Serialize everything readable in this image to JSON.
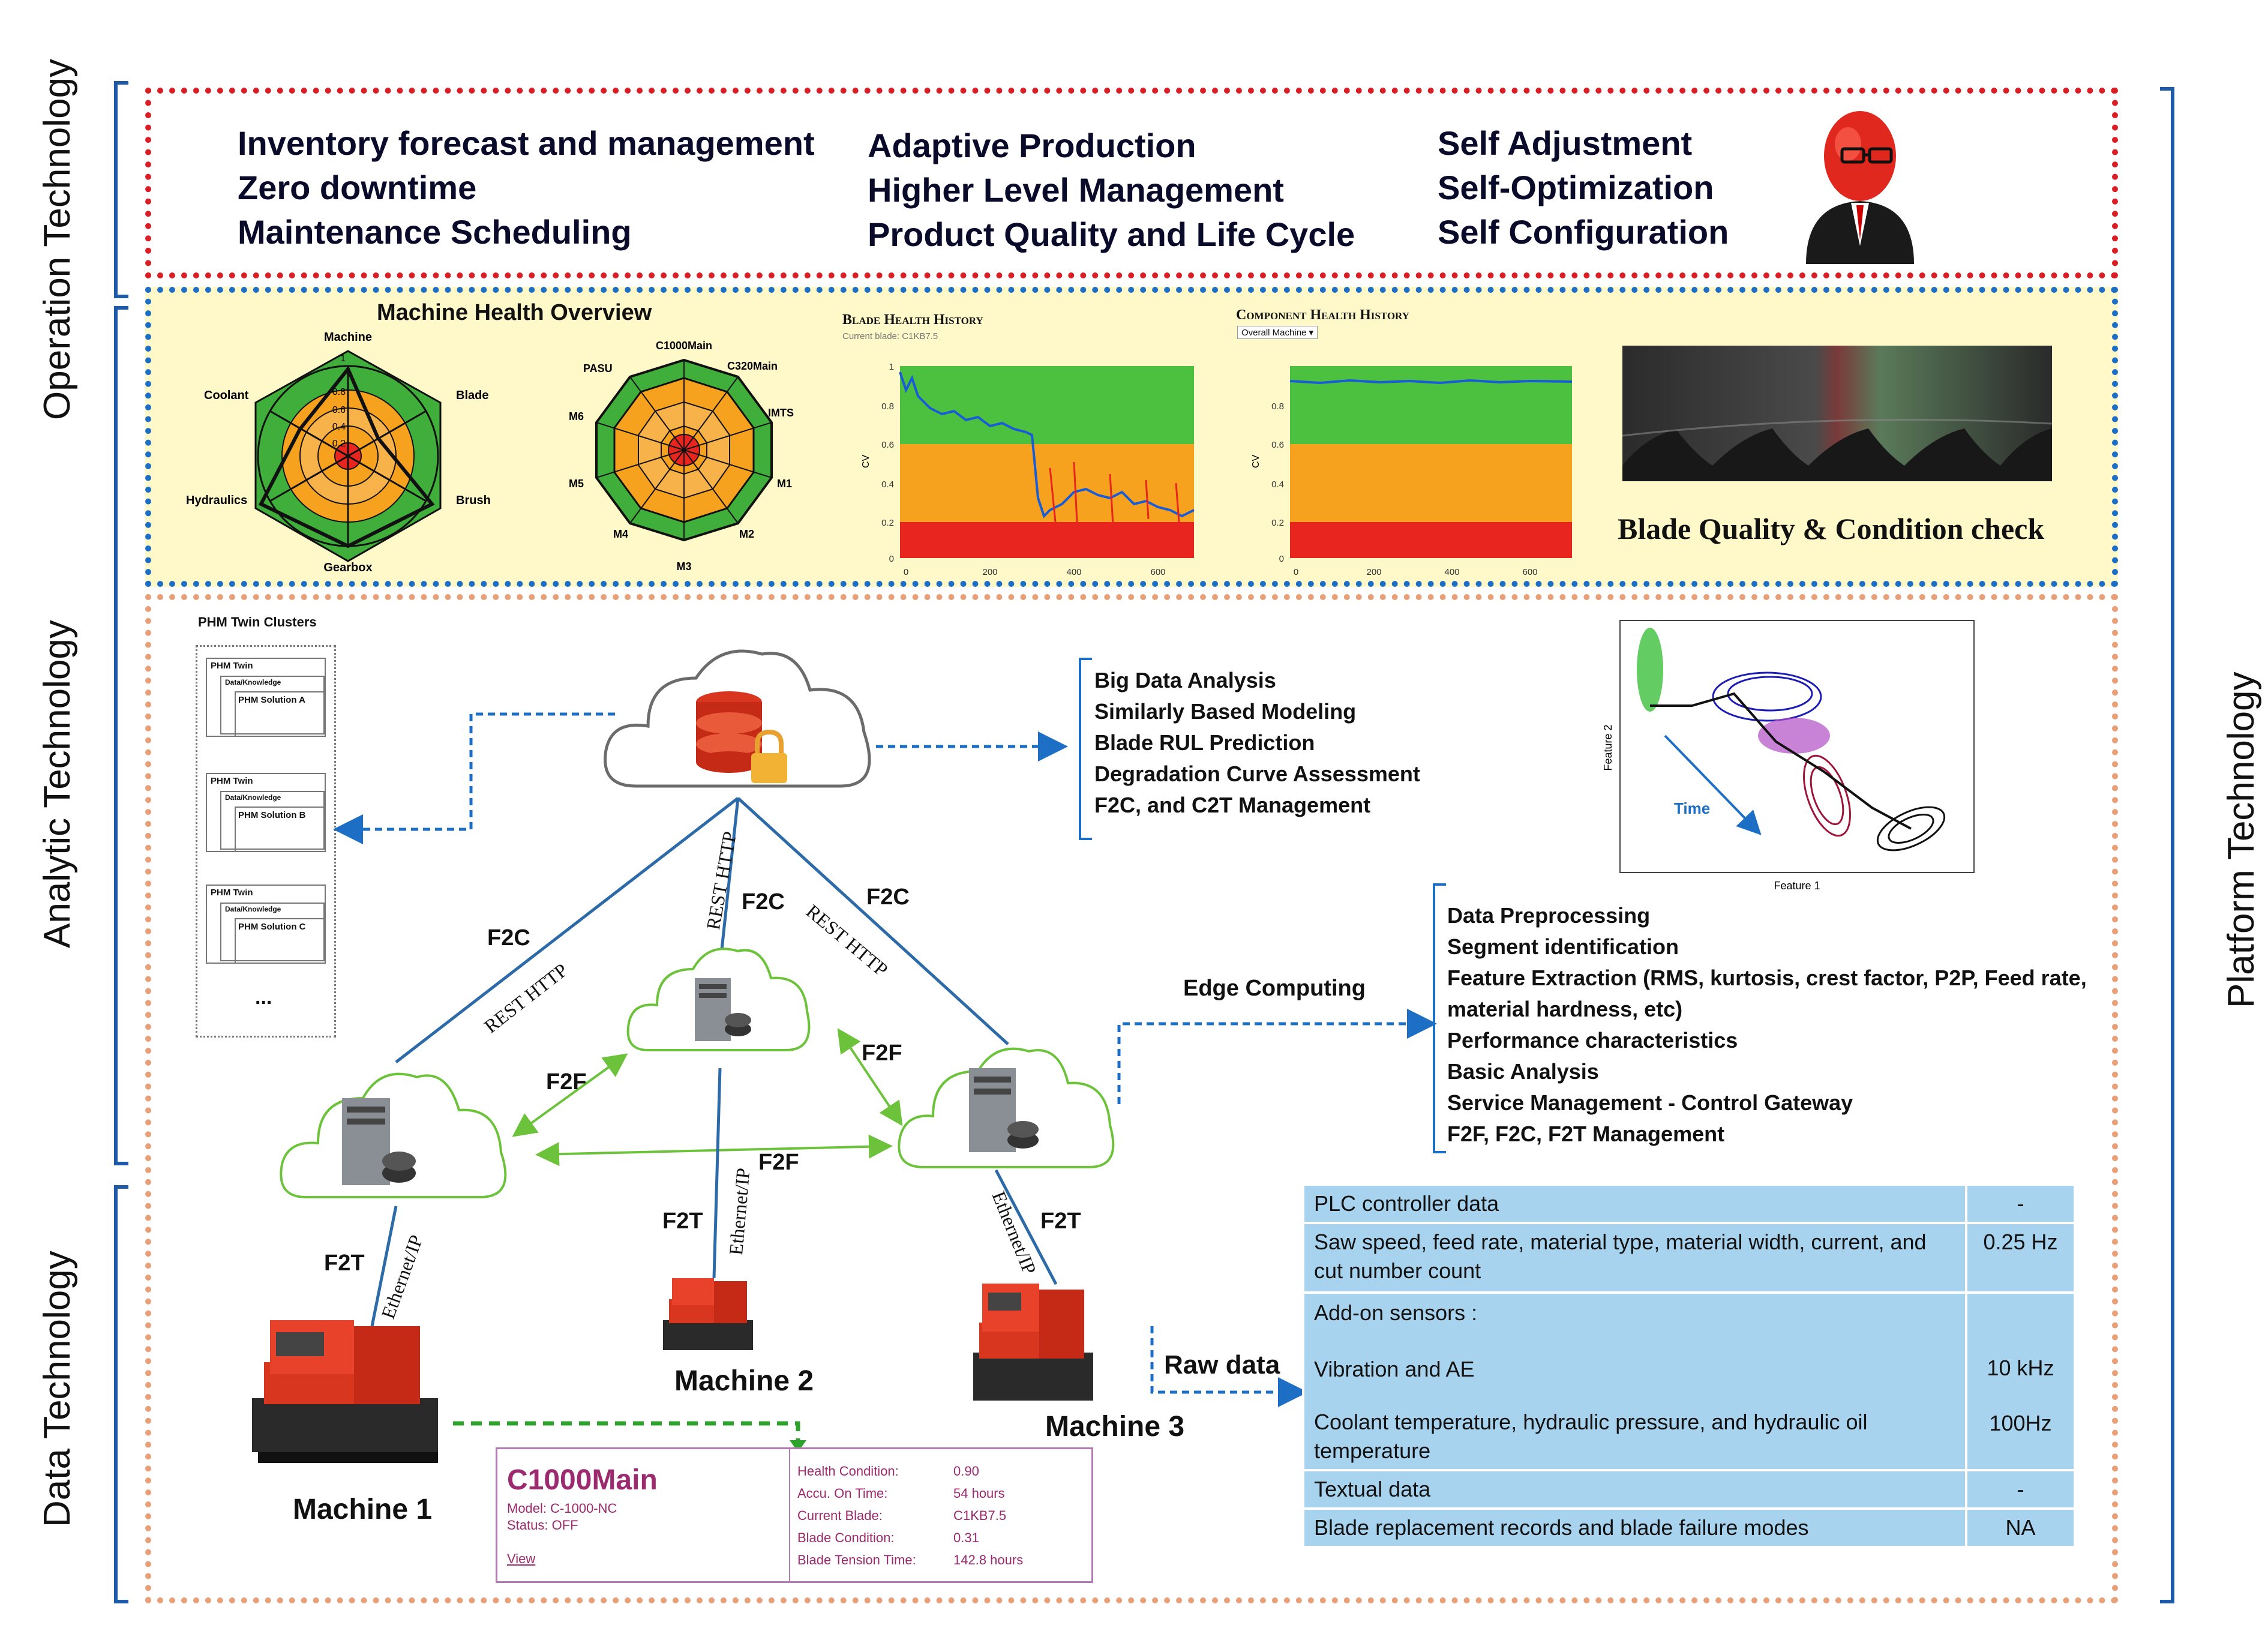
{
  "side_labels": {
    "operation": "Operation Technology",
    "analytic": "Analytic Technology",
    "data": "Data Technology",
    "platform": "Platform Technology"
  },
  "operation": {
    "col1": [
      "Inventory forecast and management",
      "Zero downtime",
      "Maintenance Scheduling"
    ],
    "col2": [
      "Adaptive Production",
      "Higher Level Management",
      "Product Quality and Life Cycle"
    ],
    "col3": [
      "Self Adjustment",
      "Self-Optimization",
      "Self Configuration"
    ]
  },
  "health": {
    "title": "Machine Health Overview",
    "radar1_axes": [
      "Machine",
      "Blade",
      "Brush",
      "Gearbox",
      "Hydraulics",
      "Coolant"
    ],
    "radar1_ticks": [
      "1",
      "0.8",
      "0.6",
      "0.4",
      "0.2"
    ],
    "radar2_axes": [
      "C1000Main",
      "C320Main",
      "IMTS",
      "M1",
      "M2",
      "M3",
      "M4",
      "M5",
      "M6",
      "PASU"
    ],
    "blade_history_title": "Blade Health History",
    "blade_history_sub": "Current blade: C1KB7.5",
    "component_history_title": "Component Health History",
    "component_history_select": "Overall Machine",
    "cv_label": "CV",
    "y_ticks": [
      "1",
      "0.8",
      "0.6",
      "0.4",
      "0.2",
      "0"
    ],
    "x_ticks": [
      "0",
      "200",
      "400",
      "600"
    ],
    "blade_check": "Blade Quality & Condition check"
  },
  "twin": {
    "title": "PHM Twin Clusters",
    "items": [
      {
        "head": "PHM Twin",
        "sub": "Data/Knowledge",
        "sol": "PHM Solution A"
      },
      {
        "head": "PHM Twin",
        "sub": "Data/Knowledge",
        "sol": "PHM Solution B"
      },
      {
        "head": "PHM Twin",
        "sub": "Data/Knowledge",
        "sol": "PHM Solution C"
      }
    ],
    "more": "..."
  },
  "cloud_list": [
    "Big Data Analysis",
    "Similarly Based Modeling",
    "Blade RUL Prediction",
    "Degradation Curve Assessment",
    "F2C, and C2T Management"
  ],
  "scatter": {
    "xlabel": "Feature 1",
    "ylabel": "Feature 2",
    "time": "Time"
  },
  "edge": {
    "label": "Edge Computing",
    "items": [
      "Data Preprocessing",
      "Segment identification",
      "Feature Extraction (RMS, kurtosis, crest factor, P2P, Feed rate,",
      "material hardness, etc)",
      "Performance characteristics",
      "Basic Analysis",
      "Service Management - Control Gateway",
      "F2F, F2C, F2T Management"
    ]
  },
  "links": {
    "f2c": "F2C",
    "f2f": "F2F",
    "f2t": "F2T",
    "rest": "REST HTTP",
    "eth": "Ethernet/IP",
    "raw": "Raw data"
  },
  "machines": [
    "Machine 1",
    "Machine 2",
    "Machine 3"
  ],
  "card": {
    "title": "C1000Main",
    "model": "Model: C-1000-NC",
    "status": "Status: OFF",
    "view": "View",
    "rows": [
      {
        "k": "Health Condition:",
        "v": "0.90"
      },
      {
        "k": "Accu. On Time:",
        "v": "54 hours"
      },
      {
        "k": "Current Blade:",
        "v": "C1KB7.5"
      },
      {
        "k": "Blade Condition:",
        "v": "0.31"
      },
      {
        "k": "Blade Tension Time:",
        "v": "142.8 hours"
      }
    ]
  },
  "table": {
    "r0": {
      "k": "PLC controller data",
      "v": "-"
    },
    "r1": {
      "k": "Saw speed, feed rate, material type, material width, current, and cut number count",
      "v": "0.25 Hz"
    },
    "r2": {
      "k": "Add-on sensors :",
      "v": ""
    },
    "r3": {
      "k": "Vibration and AE",
      "v": "10 kHz"
    },
    "r4": {
      "k": "Coolant temperature, hydraulic pressure, and hydraulic oil temperature",
      "v": "100Hz"
    },
    "r5": {
      "k": "Textual data",
      "v": "-"
    },
    "r6": {
      "k": "Blade replacement records and blade failure modes",
      "v": "NA"
    }
  },
  "colors": {
    "red": "#d81f26",
    "blue": "#1c6fc4",
    "orange": "#e8a079",
    "table": "#a8d3ee",
    "green_arrow": "#6cc33b"
  }
}
